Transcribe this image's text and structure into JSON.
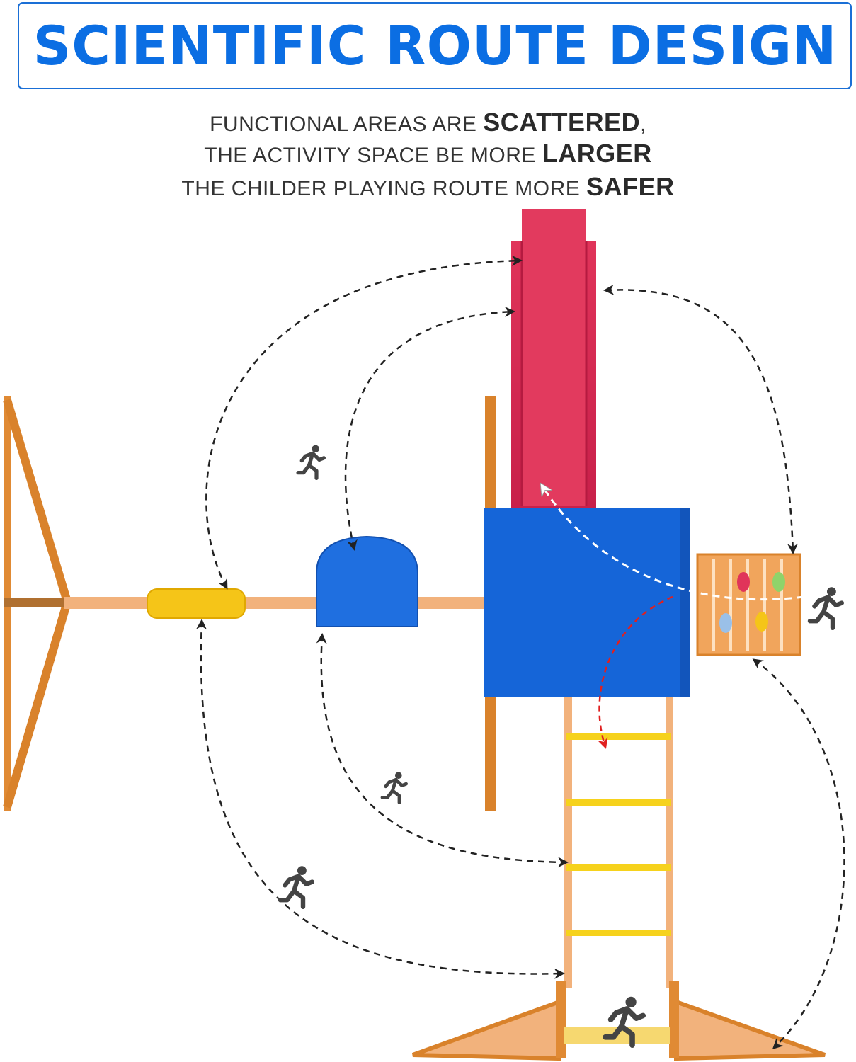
{
  "header": {
    "title": "SCIENTIFIC ROUTE DESIGN",
    "lines": [
      {
        "normal": "FUNCTIONAL AREAS ARE ",
        "bold": "SCATTERED",
        "tail": ","
      },
      {
        "normal": "THE ACTIVITY SPACE BE MORE ",
        "bold": "LARGER",
        "tail": ""
      },
      {
        "normal": "THE CHILDER PLAYING ROUTE MORE ",
        "bold": "SAFER",
        "tail": ""
      }
    ]
  },
  "colors": {
    "title": "#0b6ee3",
    "slide": "#e0345a",
    "roof": "#1565d8",
    "wood": "#e08a34",
    "swing": "#f5c518",
    "ladder_rung": "#f6d21c",
    "route_arrow": "#222222",
    "exit_arrow": "#e02020",
    "slide_arrow": "#ffffff"
  }
}
